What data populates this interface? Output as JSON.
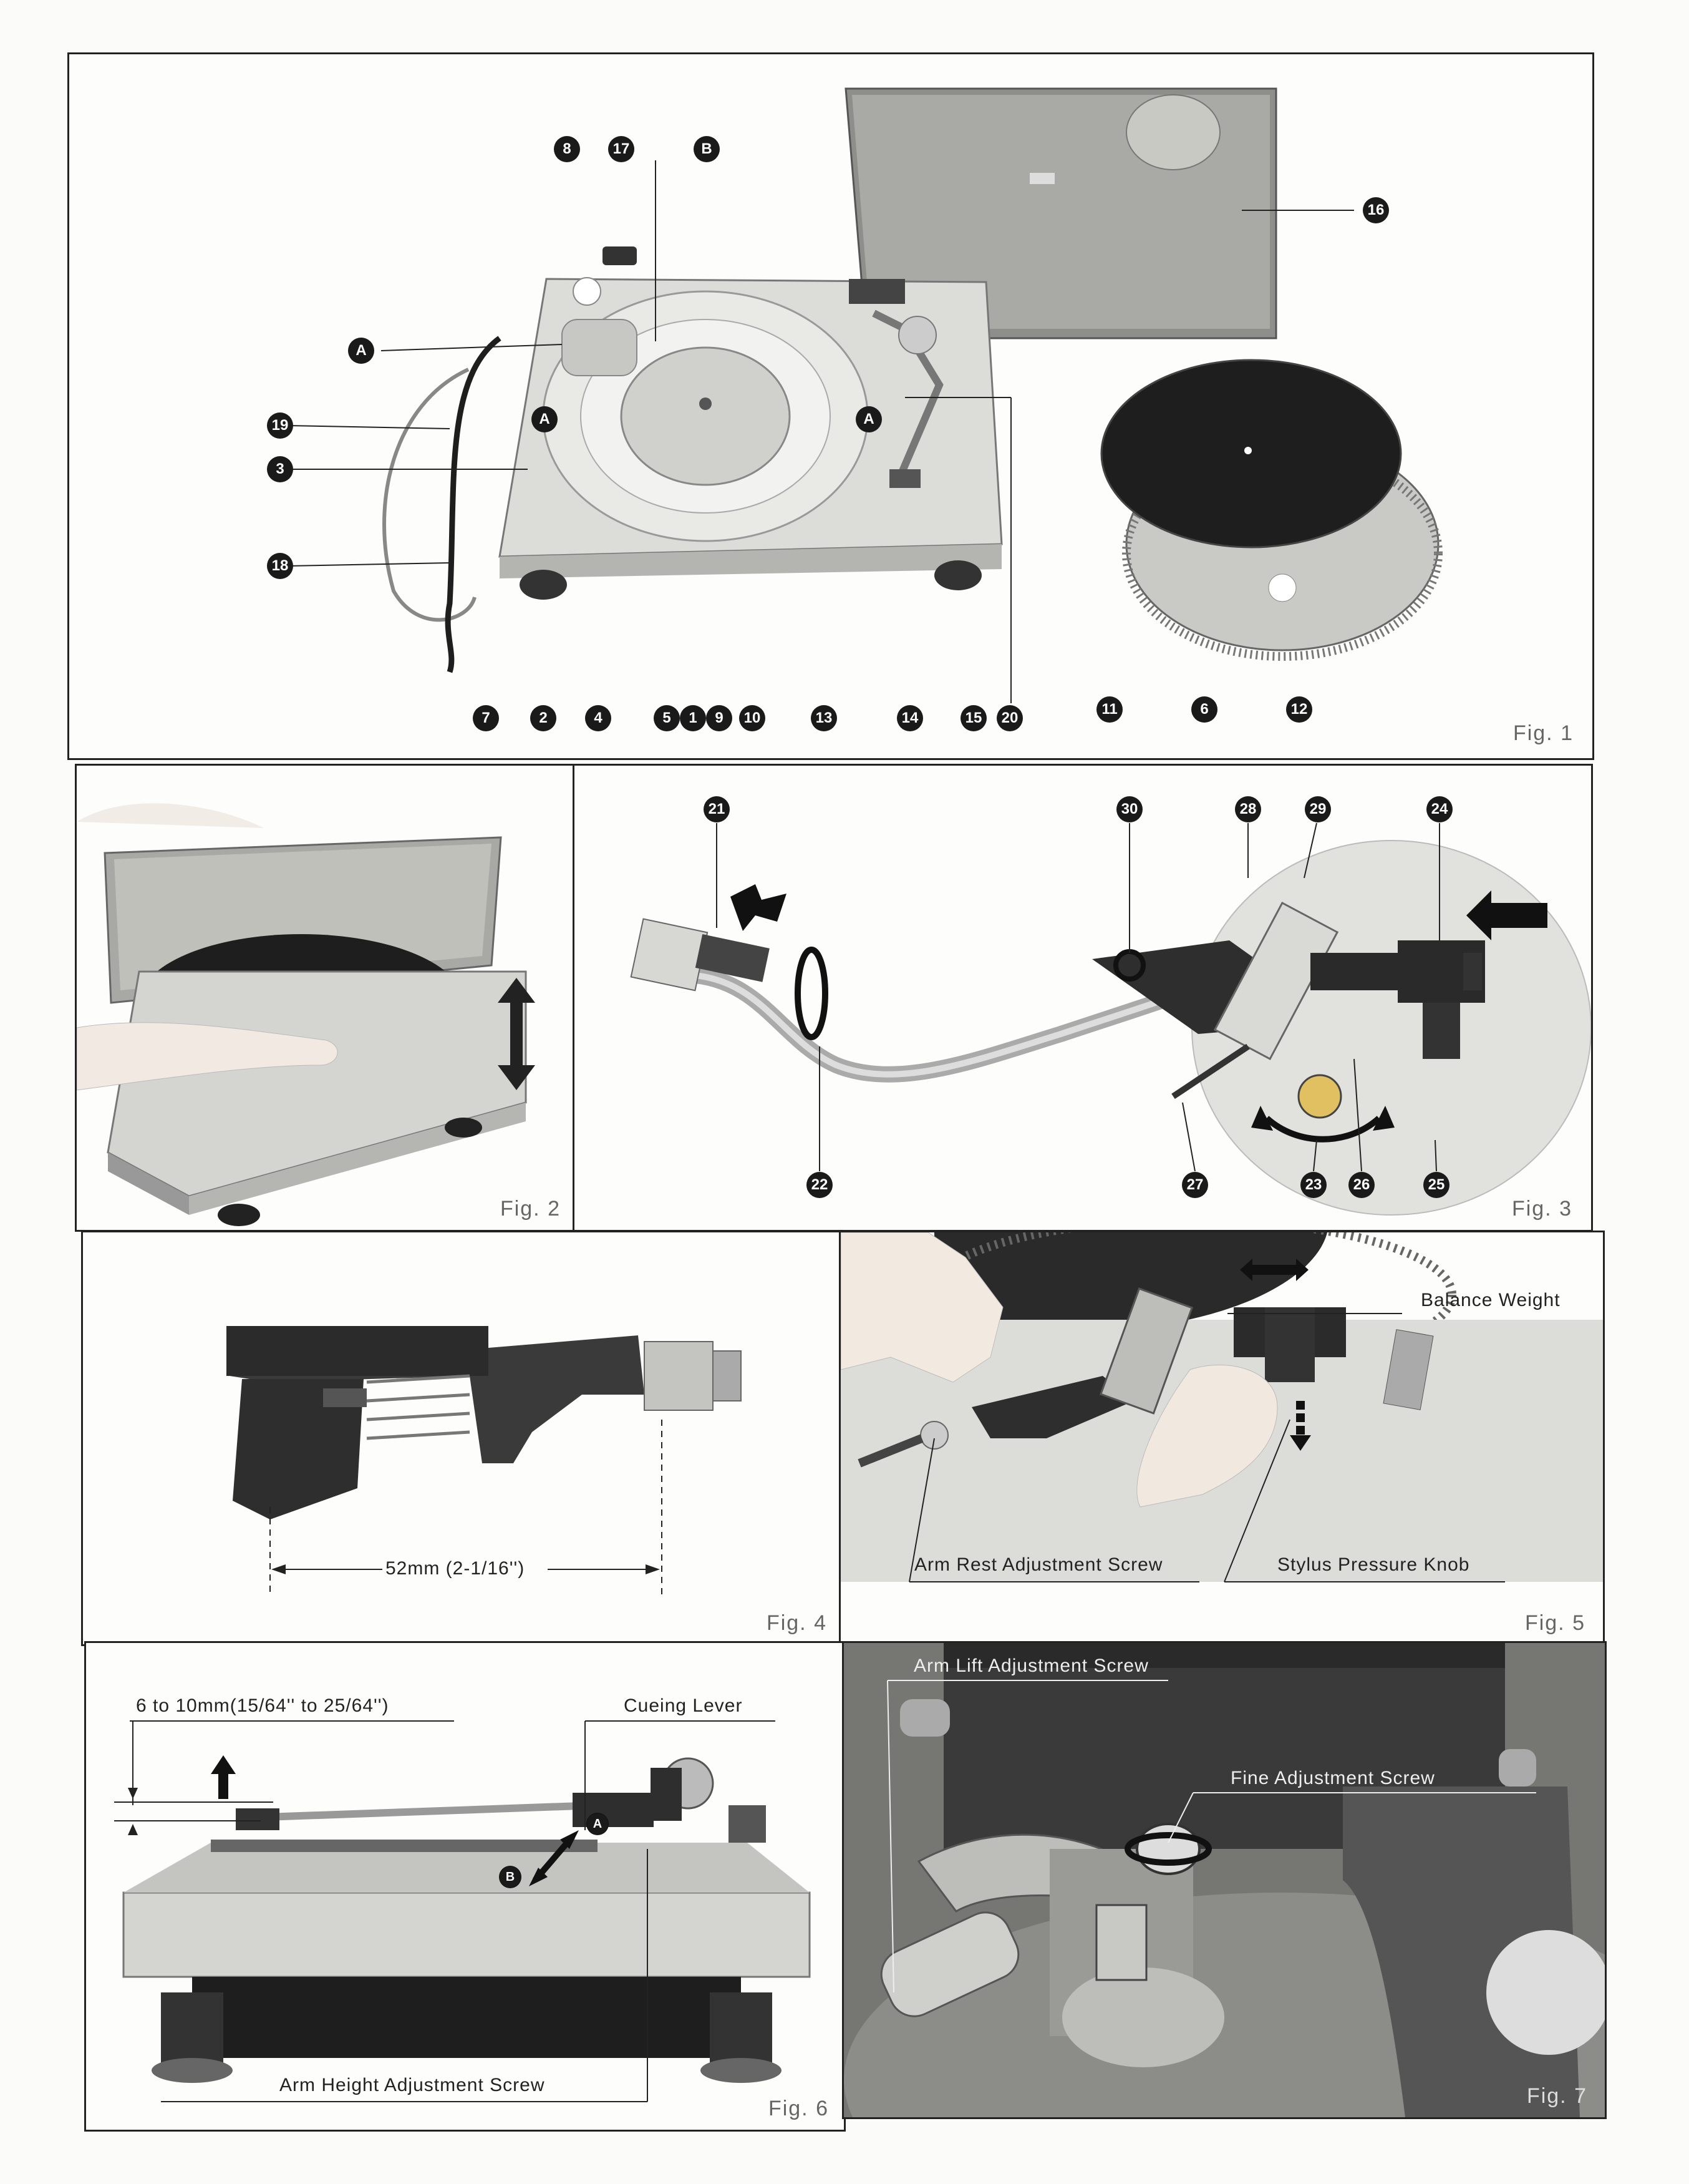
{
  "fig1": {
    "caption": "Fig. 1",
    "callouts": [
      "8",
      "17",
      "B",
      "16",
      "A",
      "19",
      "A",
      "A",
      "3",
      "18",
      "7",
      "2",
      "4",
      "5",
      "1",
      "9",
      "10",
      "13",
      "14",
      "15",
      "20",
      "11",
      "6",
      "12"
    ]
  },
  "fig2": {
    "caption": "Fig. 2"
  },
  "fig3": {
    "caption": "Fig. 3",
    "callouts": [
      "21",
      "30",
      "28",
      "29",
      "24",
      "22",
      "27",
      "23",
      "26",
      "25"
    ]
  },
  "fig4": {
    "caption": "Fig. 4",
    "dimension": "52mm (2-1/16'')"
  },
  "fig5": {
    "caption": "Fig. 5",
    "balance_weight": "Balance Weight",
    "arm_rest_screw": "Arm Rest Adjustment Screw",
    "stylus_knob": "Stylus Pressure Knob"
  },
  "fig6": {
    "caption": "Fig. 6",
    "gap": "6 to 10mm(15/64'' to 25/64'')",
    "cueing_lever": "Cueing Lever",
    "arm_height_screw": "Arm Height Adjustment Screw",
    "marker_a": "A",
    "marker_b": "B"
  },
  "fig7": {
    "caption": "Fig. 7",
    "arm_lift_screw": "Arm Lift Adjustment Screw",
    "fine_screw": "Fine Adjustment Screw"
  },
  "colors": {
    "ink": "#222222",
    "paper": "#fdfdfc",
    "metal": "#c8c8c4",
    "dark": "#3a3a3a",
    "mat": "#1e1e1e"
  }
}
